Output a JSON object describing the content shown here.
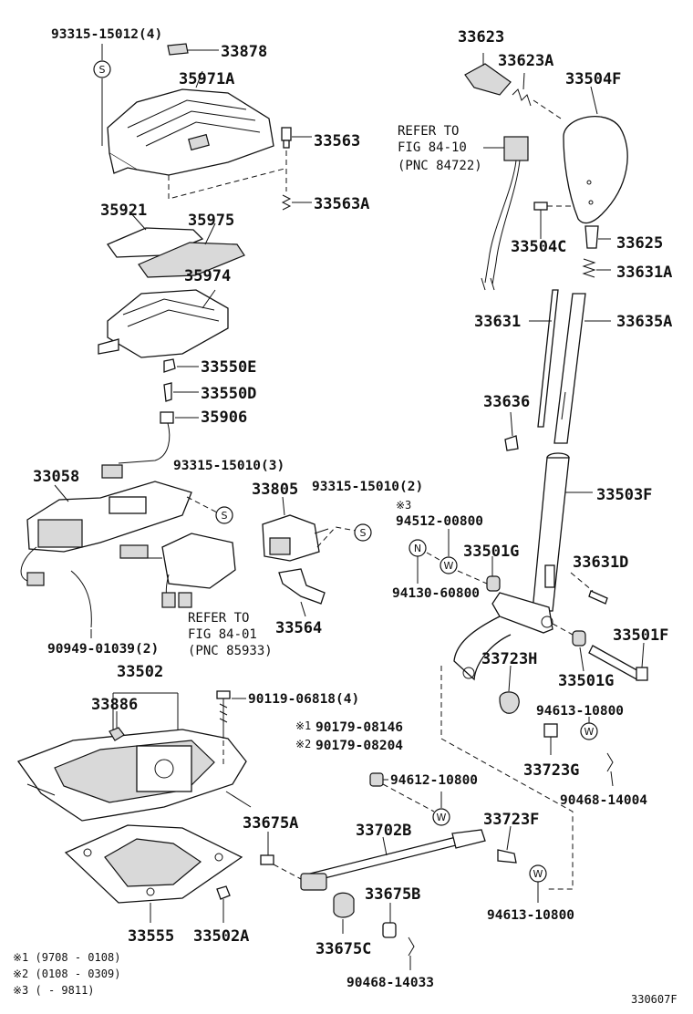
{
  "labels": {
    "p93315_15012": "93315-15012(4)",
    "p33878": "33878",
    "p35971A": "35971A",
    "p33563": "33563",
    "p33563A": "33563A",
    "p35921": "35921",
    "p35975": "35975",
    "p35974": "35974",
    "p33550E": "33550E",
    "p33550D": "33550D",
    "p35906": "35906",
    "p33058": "33058",
    "p93315_15010_3": "93315-15010(3)",
    "p33805": "33805",
    "p93315_15010_2": "93315-15010(2)",
    "p90949": "90949-01039(2)",
    "p33564": "33564",
    "p33502": "33502",
    "p33886": "33886",
    "p90119": "90119-06818(4)",
    "p33555": "33555",
    "p33502A": "33502A",
    "p33623": "33623",
    "p33623A": "33623A",
    "p33504F": "33504F",
    "p33504C": "33504C",
    "p33625": "33625",
    "p33631A": "33631A",
    "p33631": "33631",
    "p33635A": "33635A",
    "p33636": "33636",
    "p33503F": "33503F",
    "p94512": "94512-00800",
    "p33501G_top": "33501G",
    "p94130": "94130-60800",
    "p33631D": "33631D",
    "p33501F": "33501F",
    "p33501G_bot": "33501G",
    "p33723H": "33723H",
    "p94613_top": "94613-10800",
    "p33723G": "33723G",
    "p90468_14004": "90468-14004",
    "p90179_08146": "90179-08146",
    "p90179_08204": "90179-08204",
    "p94612": "94612-10800",
    "p33675A": "33675A",
    "p33702B": "33702B",
    "p33723F": "33723F",
    "p33675B": "33675B",
    "p94613_bot": "94613-10800",
    "p33675C": "33675C",
    "p90468_14033": "90468-14033"
  },
  "marks": {
    "m1": "※1",
    "m2": "※2",
    "m3": "※3"
  },
  "refs": {
    "ref_84_10_a": "REFER TO",
    "ref_84_10_b": "FIG 84-10",
    "ref_84_10_c": "(PNC 84722)",
    "ref_84_01_a": "REFER TO",
    "ref_84_01_b": "FIG 84-01",
    "ref_84_01_c": "(PNC 85933)"
  },
  "symbols": {
    "s": "S",
    "w": "W",
    "n": "N"
  },
  "legend": [
    "※1 (9708 - 0108)",
    "※2 (0108 - 0309)",
    "※3 (      - 9811)"
  ],
  "figure_code": "330607F"
}
